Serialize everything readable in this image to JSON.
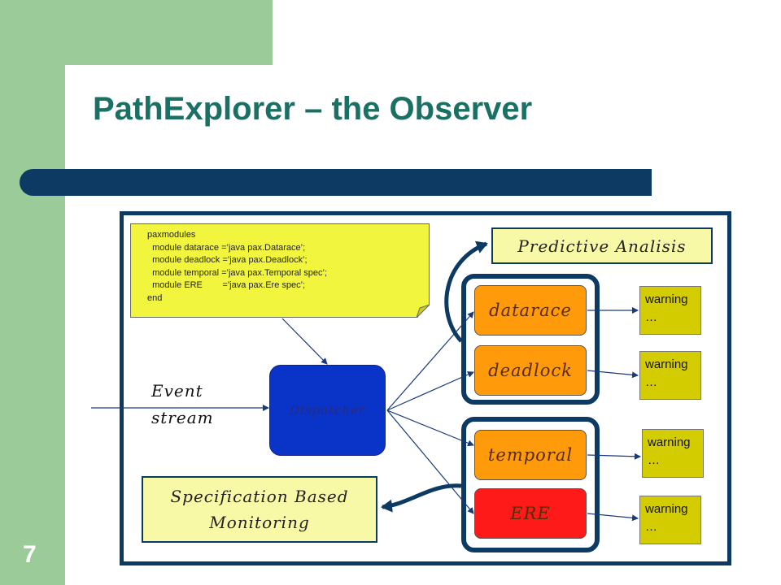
{
  "slide": {
    "title": "PathExplorer – the Observer",
    "page_number": "7",
    "colors": {
      "green": "#9ccb9a",
      "navy": "#0c3a63",
      "title": "#1a7063"
    }
  },
  "diagram": {
    "note": {
      "lines": [
        "paxmodules",
        "  module datarace =’java pax.Datarace’;",
        "  module deadlock =’java pax.Deadlock’;",
        "  module temporal =’java pax.Temporal spec’;",
        "  module ERE        =’java pax.Ere spec’;",
        "end"
      ]
    },
    "predictive_label": "Predictive Analisis",
    "spec_label_lines": [
      "Specification Based",
      "Monitoring"
    ],
    "event_label_lines": [
      "Event",
      "stream"
    ],
    "dispatcher_label": "Dispatcher",
    "modules": [
      {
        "label": "datarace",
        "color": "#ff9a0a"
      },
      {
        "label": "deadlock",
        "color": "#ff9a0a"
      },
      {
        "label": "temporal",
        "color": "#ff9a0a"
      },
      {
        "label": "ERE",
        "color": "#ff1a1a"
      }
    ],
    "warnings": [
      {
        "label": "warning",
        "more": "…"
      },
      {
        "label": "warning",
        "more": "…"
      },
      {
        "label": "warning",
        "more": "…"
      },
      {
        "label": "warning",
        "more": "…"
      }
    ]
  }
}
